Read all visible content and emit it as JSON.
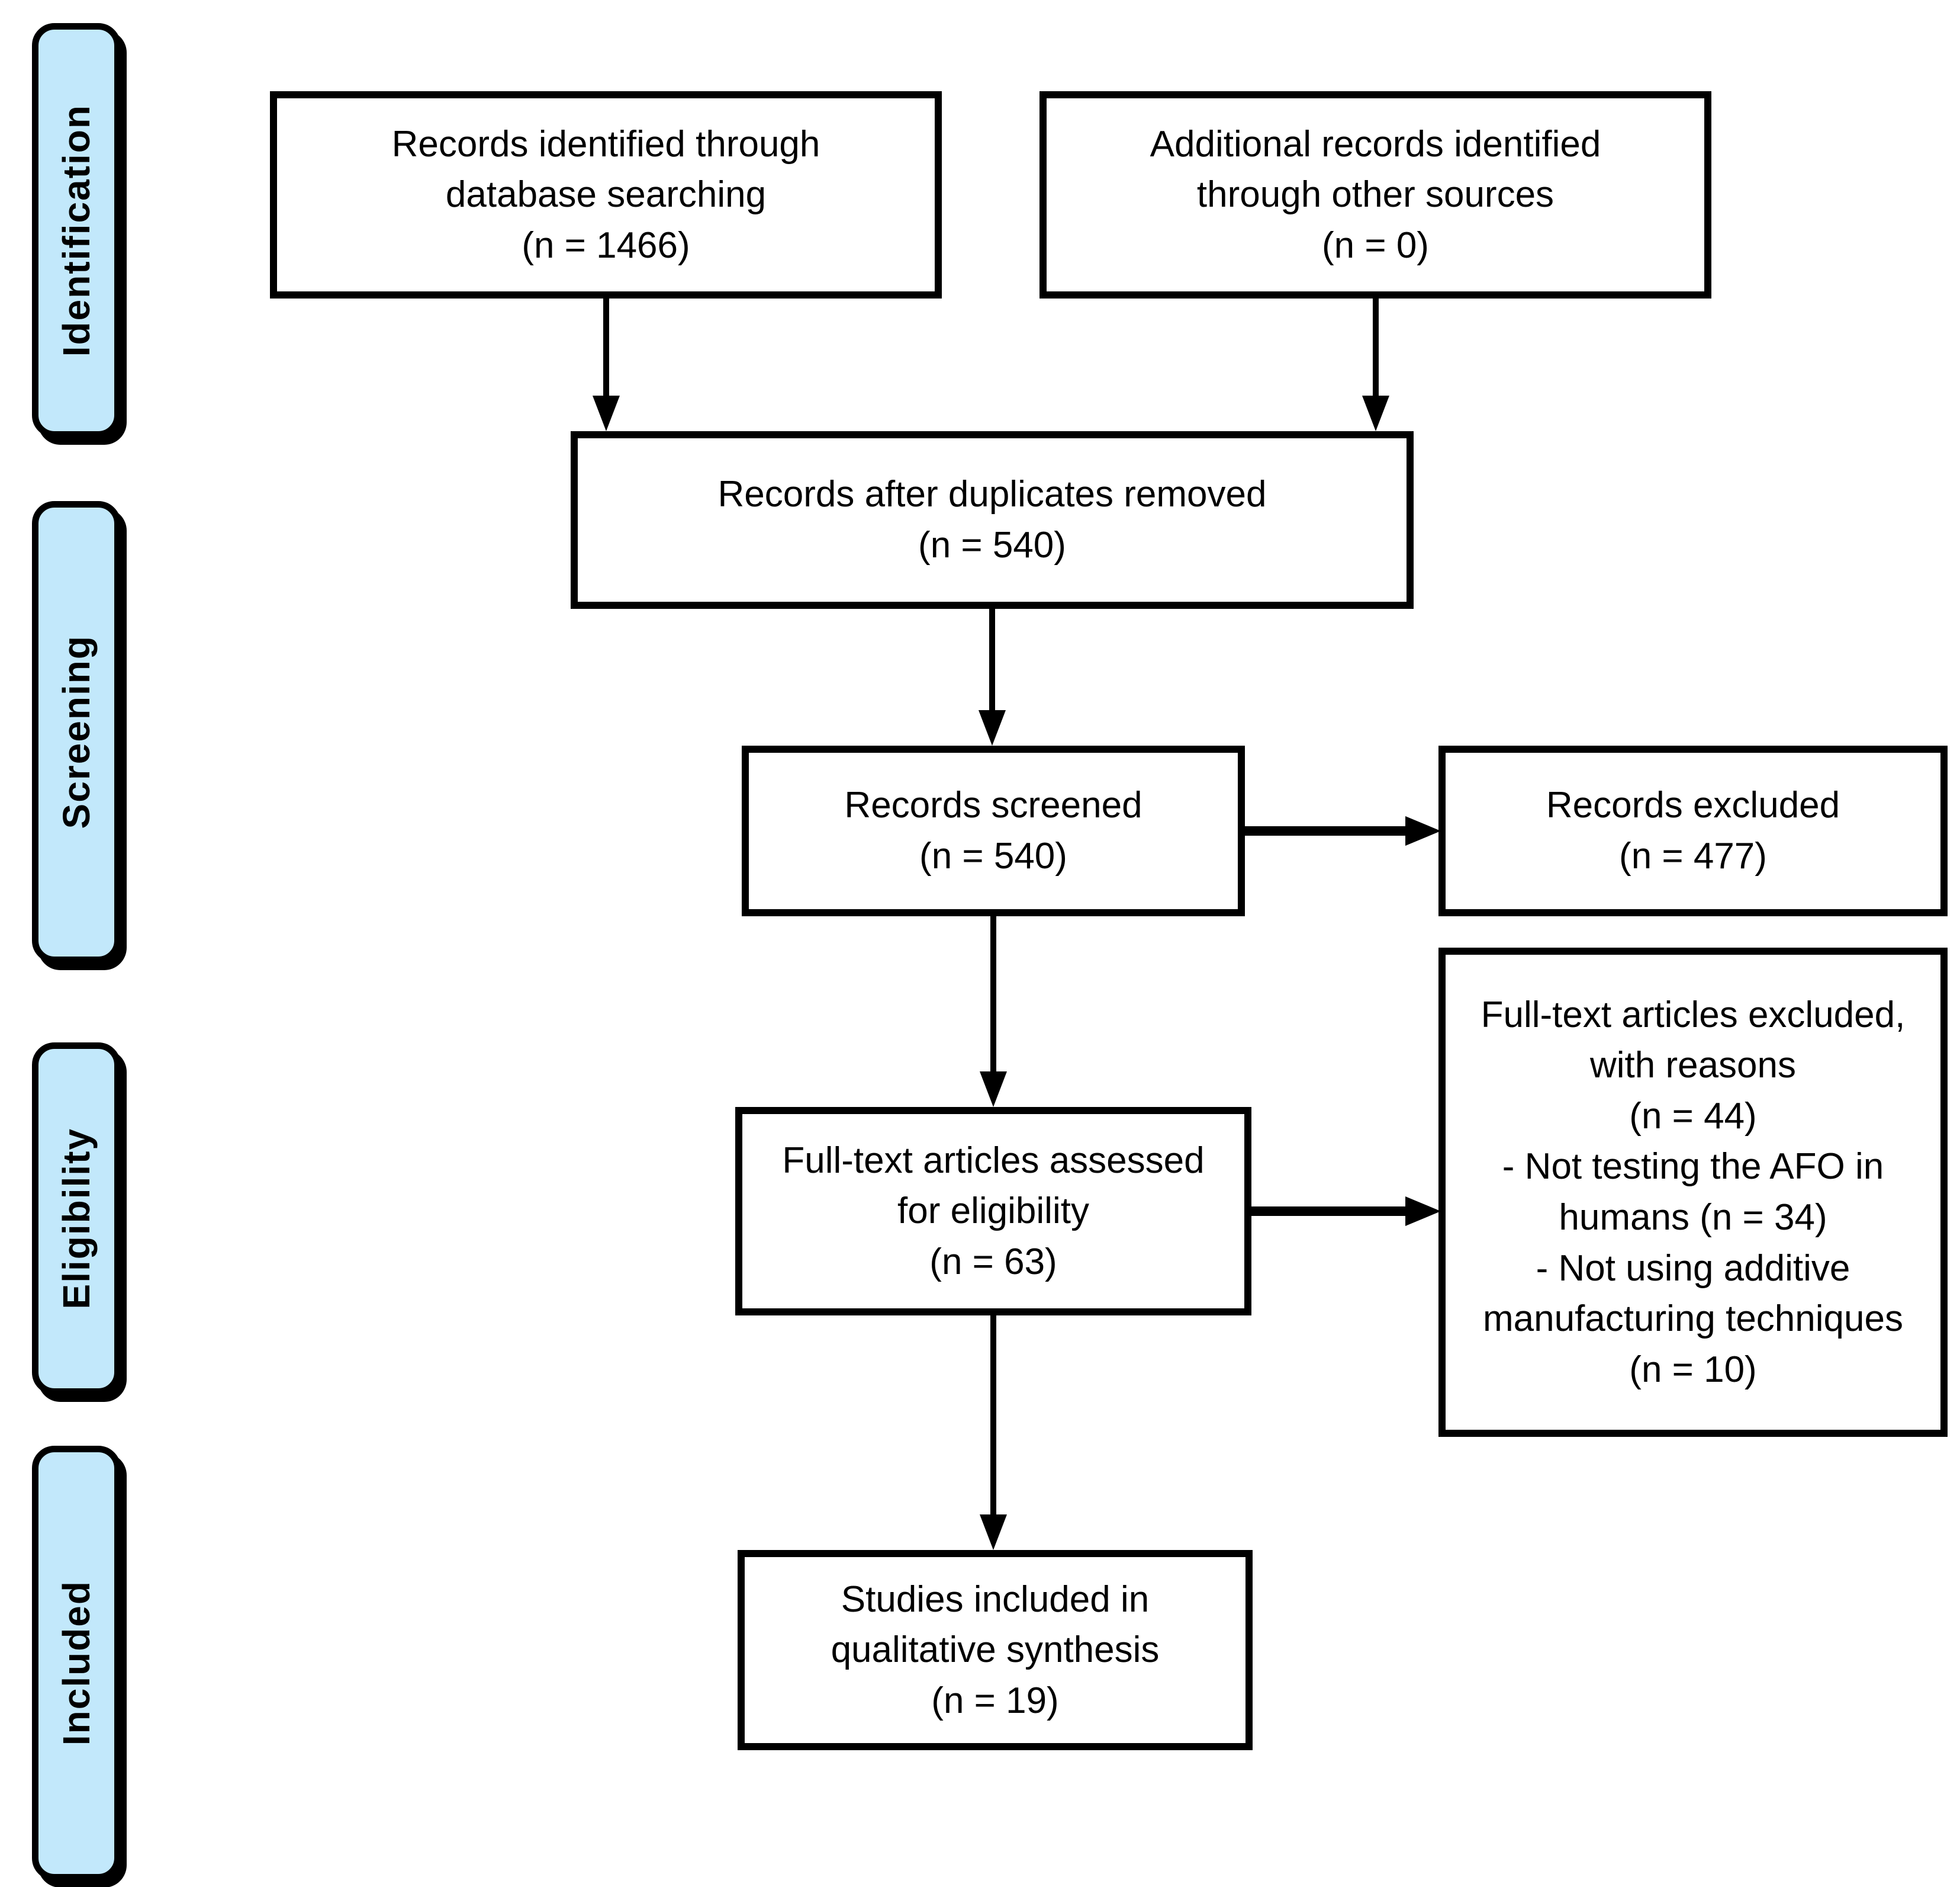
{
  "sidebar": {
    "items": [
      {
        "label": "Identification"
      },
      {
        "label": "Screening"
      },
      {
        "label": "Eligibility"
      },
      {
        "label": "Included"
      }
    ]
  },
  "boxes": {
    "identified": {
      "lines": [
        "Records identified through",
        "database searching",
        "(n = 1466)"
      ]
    },
    "additional": {
      "lines": [
        "Additional records identified",
        "through other sources",
        "(n = 0)"
      ]
    },
    "duplicates": {
      "lines": [
        "Records after duplicates removed",
        "(n = 540)"
      ]
    },
    "screened": {
      "lines": [
        "Records screened",
        "(n = 540)"
      ]
    },
    "excluded": {
      "lines": [
        "Records excluded",
        "(n = 477)"
      ]
    },
    "fulltext": {
      "lines": [
        "Full-text articles assessed",
        "for eligibility",
        "(n = 63)"
      ]
    },
    "fulltext_excluded": {
      "lines": [
        "Full-text articles excluded,",
        "with reasons",
        "(n = 44)",
        "- Not testing the AFO in",
        "humans (n = 34)",
        "- Not using additive",
        "manufacturing techniques",
        "(n = 10)"
      ]
    },
    "included": {
      "lines": [
        "Studies included in",
        "qualitative synthesis",
        "(n = 19)"
      ]
    }
  },
  "colors": {
    "stage_fill": "#c2e8fb",
    "box_fill": "#ffffff",
    "line": "#000000"
  }
}
